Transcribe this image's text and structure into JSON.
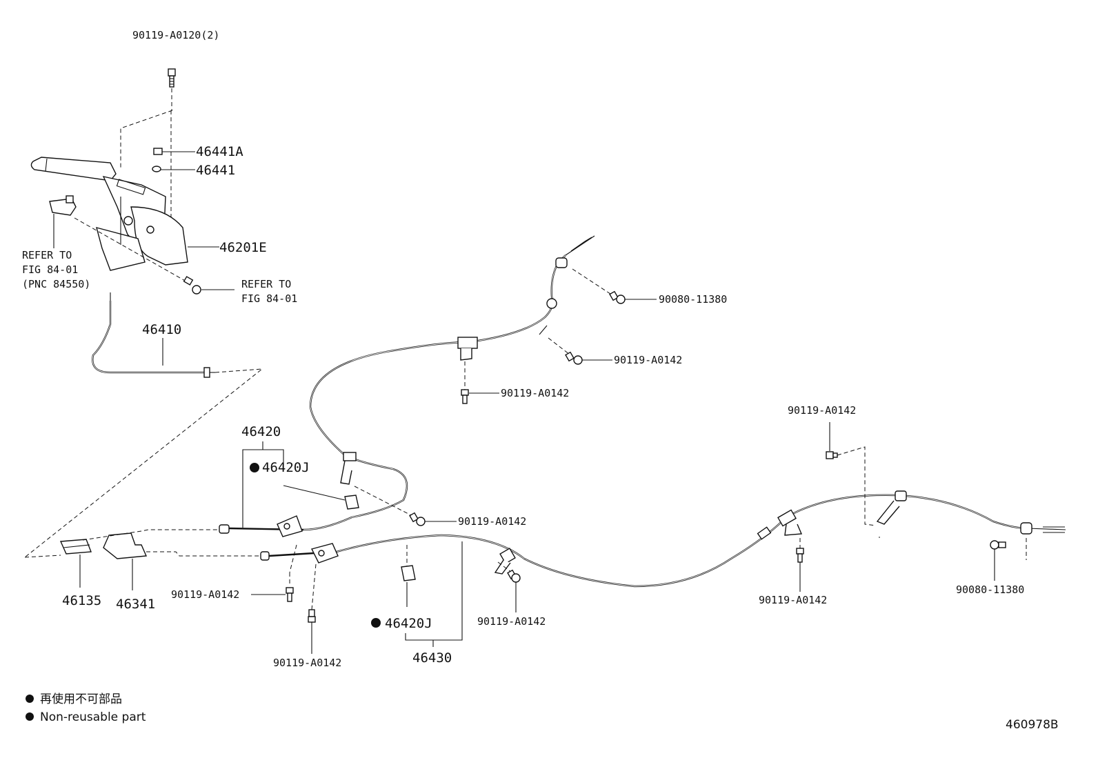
{
  "parts": {
    "bolt_top": "90119-A0120(2)",
    "nut_46441a": "46441A",
    "washer_46441": "46441",
    "lever_46201e": "46201E",
    "refer_left_line1": "REFER TO",
    "refer_left_line2": "FIG 84-01",
    "refer_left_line3": "(PNC 84550)",
    "refer_right_line1": "REFER TO",
    "refer_right_line2": "FIG 84-01",
    "cable_46410": "46410",
    "bolt_90080_top": "90080-11380",
    "bolt_a0142_1": "90119-A0142",
    "bolt_a0142_2": "90119-A0142",
    "bolt_a0142_right_top": "90119-A0142",
    "cable_46420": "46420",
    "clip_46420j_top": "46420J",
    "bolt_a0142_mid": "90119-A0142",
    "bolt_a0142_left": "90119-A0142",
    "equalizer_46135": "46135",
    "equalizer_46341": "46341",
    "bolt_a0142_bottom": "90119-A0142",
    "clip_46420j_bottom": "46420J",
    "cable_46430": "46430",
    "bolt_a0142_lower_mid": "90119-A0142",
    "bolt_a0142_right_bottom": "90119-A0142",
    "bolt_90080_right": "90080-11380"
  },
  "legend": {
    "line_ja": "再使用不可部品",
    "line_en": "Non-reusable part"
  },
  "figure_id": "460978B"
}
